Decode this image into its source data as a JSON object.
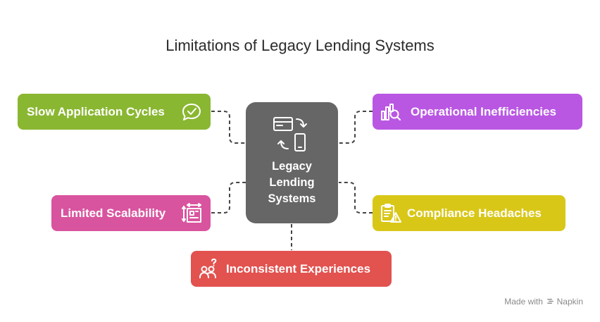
{
  "title": "Limitations of Legacy Lending Systems",
  "center": {
    "lines": [
      "Legacy",
      "Lending",
      "Systems"
    ],
    "color": "#666666",
    "icon": "device-sync-icon"
  },
  "nodes": {
    "slow": {
      "label": "Slow Application Cycles",
      "color": "#8ab731",
      "icon": "chat-check-icon"
    },
    "operational": {
      "label": "Operational Inefficiencies",
      "color": "#b957e3",
      "icon": "chart-search-icon"
    },
    "scalability": {
      "label": "Limited Scalability",
      "color": "#d9549f",
      "icon": "scale-layout-icon"
    },
    "compliance": {
      "label": "Compliance Headaches",
      "color": "#d9c718",
      "icon": "document-warning-icon"
    },
    "inconsistent": {
      "label": "Inconsistent Experiences",
      "color": "#e2524f",
      "icon": "users-question-icon"
    }
  },
  "footer": {
    "prefix": "Made with",
    "brand": "Napkin"
  }
}
